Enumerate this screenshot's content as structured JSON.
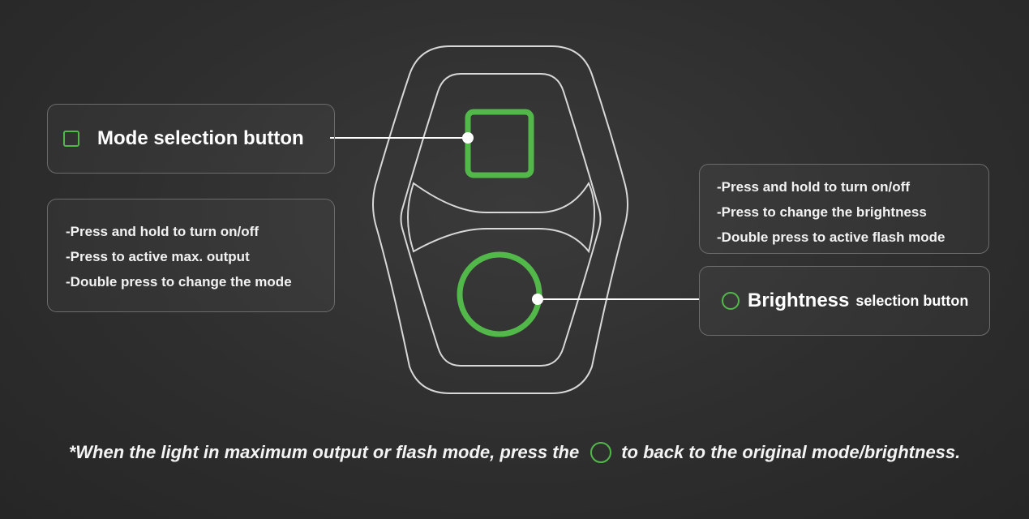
{
  "mode_button": {
    "title": "Mode selection button",
    "icon": "square-outline-icon",
    "instructions": [
      "-Press and hold to turn on/off",
      "-Press to active max. output",
      "-Double press to change the mode"
    ]
  },
  "brightness_button": {
    "title_main": "Brightness",
    "title_sub": "selection button",
    "icon": "circle-outline-icon",
    "instructions": [
      "-Press and hold to turn on/off",
      "-Press to change the brightness",
      "-Double press to active flash mode"
    ]
  },
  "footnote": {
    "before": "*When the light in maximum output or flash mode, press the",
    "after": "to back to the original mode/brightness."
  },
  "colors": {
    "accent_green": "#52b84a",
    "outline": "#d8d8d8",
    "background": "#2e2e2e"
  }
}
